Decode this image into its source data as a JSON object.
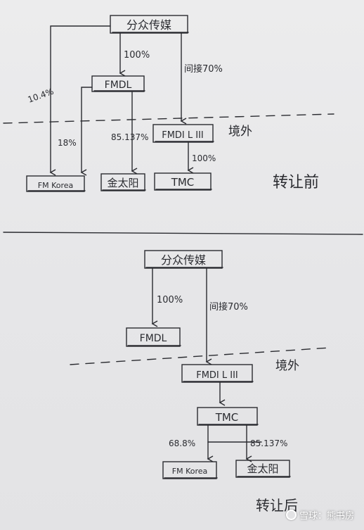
{
  "top_diagram": {
    "parent": "分众传媒",
    "fmdl": "FMDL",
    "fmdl_pct": "100%",
    "indirect_label": "间接70%",
    "fmdi": "FMDI L III",
    "left_pct": "10.4%",
    "fmdl_korea_pct": "18%",
    "jty_pct": "85.137%",
    "tmc_pct": "100%",
    "fm_korea": "FM Korea",
    "jty": "金太阳",
    "tmc": "TMC",
    "overseas": "境外",
    "title_note": "转让前"
  },
  "bottom_diagram": {
    "parent": "分众传媒",
    "fmdl": "FMDL",
    "fmdl_pct": "100%",
    "indirect_label": "间接70%",
    "fmdi": "FMDI L III",
    "overseas": "境外",
    "tmc": "TMC",
    "fm_korea_pct": "68.8%",
    "jty_pct": "85.137%",
    "fm_korea": "FM Korea",
    "jty": "金太阳",
    "note": "转让后"
  },
  "watermark": {
    "text": "雪球：熊书房"
  },
  "colors": {
    "ink": "#2a2b30",
    "paper": "#e8e8ea"
  }
}
